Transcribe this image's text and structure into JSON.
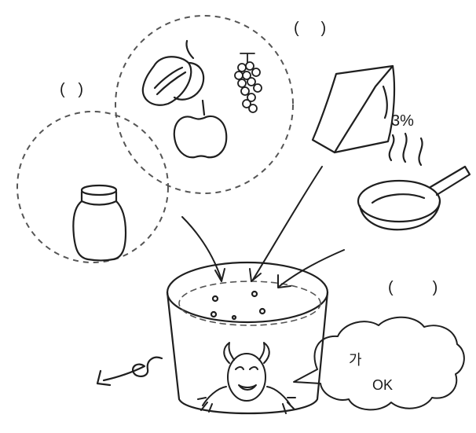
{
  "labels": {
    "paren_top": "(     )",
    "paren_left": "(   )",
    "paren_right": "(         )",
    "percent": "3%",
    "bubble_line1": "가",
    "bubble_line2": "OK"
  },
  "icons": [
    "fruit-plum-icon",
    "grape-bunch-icon",
    "apple-icon",
    "jar-icon",
    "sugar-bag-icon",
    "boiling-pot-icon",
    "bucket-icon",
    "devil-face-icon",
    "speech-bubble-icon",
    "curly-arrow-icon"
  ],
  "colors": {
    "ink": "#1f1f1f",
    "dash": "#555555",
    "background": "#ffffff"
  }
}
